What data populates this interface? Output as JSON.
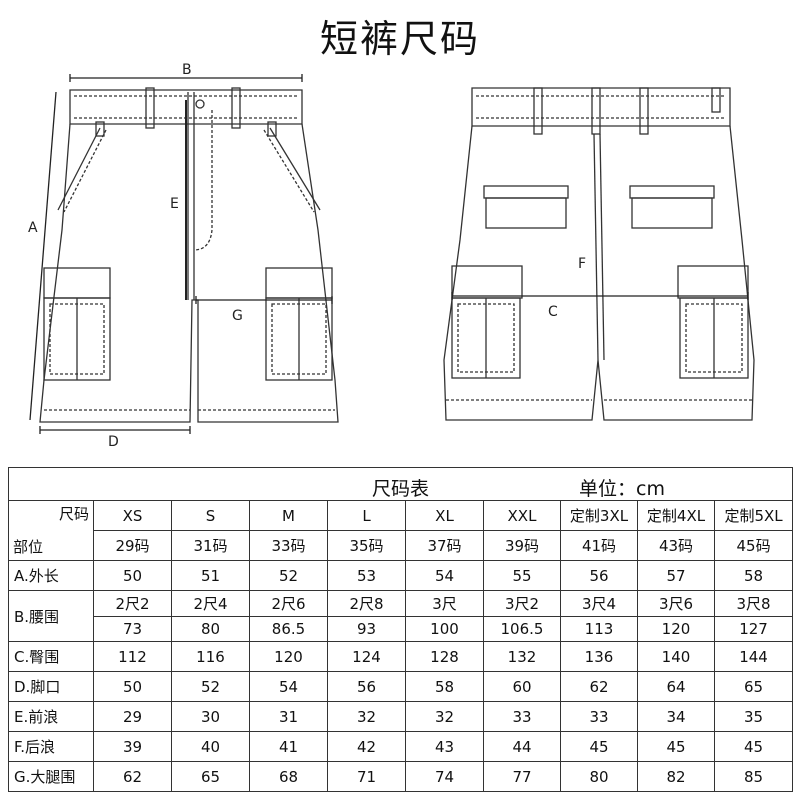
{
  "title": "短裤尺码",
  "diagram_labels": {
    "A": "A",
    "B": "B",
    "C": "C",
    "D": "D",
    "E": "E",
    "F": "F",
    "G": "G"
  },
  "table": {
    "caption": "尺码表",
    "unit": "单位：cm",
    "corner_top": "尺码",
    "corner_bottom": "部位",
    "sizes": [
      "XS",
      "S",
      "M",
      "L",
      "XL",
      "XXL",
      "定制3XL",
      "定制4XL",
      "定制5XL"
    ],
    "codes": [
      "29码",
      "31码",
      "33码",
      "35码",
      "37码",
      "39码",
      "41码",
      "43码",
      "45码"
    ],
    "rows": [
      {
        "label": "A.外长",
        "values": [
          "50",
          "51",
          "52",
          "53",
          "54",
          "55",
          "56",
          "57",
          "58"
        ]
      },
      {
        "label": "B.腰围",
        "sub": [
          "2尺2",
          "2尺4",
          "2尺6",
          "2尺8",
          "3尺",
          "3尺2",
          "3尺4",
          "3尺6",
          "3尺8"
        ],
        "values": [
          "73",
          "80",
          "86.5",
          "93",
          "100",
          "106.5",
          "113",
          "120",
          "127"
        ]
      },
      {
        "label": "C.臀围",
        "values": [
          "112",
          "116",
          "120",
          "124",
          "128",
          "132",
          "136",
          "140",
          "144"
        ]
      },
      {
        "label": "D.脚口",
        "values": [
          "50",
          "52",
          "54",
          "56",
          "58",
          "60",
          "62",
          "64",
          "65"
        ]
      },
      {
        "label": "E.前浪",
        "values": [
          "29",
          "30",
          "31",
          "32",
          "32",
          "33",
          "33",
          "34",
          "35"
        ]
      },
      {
        "label": "F.后浪",
        "values": [
          "39",
          "40",
          "41",
          "42",
          "43",
          "44",
          "45",
          "45",
          "45"
        ]
      },
      {
        "label": "G.大腿围",
        "values": [
          "62",
          "65",
          "68",
          "71",
          "74",
          "77",
          "80",
          "82",
          "85"
        ]
      }
    ]
  }
}
